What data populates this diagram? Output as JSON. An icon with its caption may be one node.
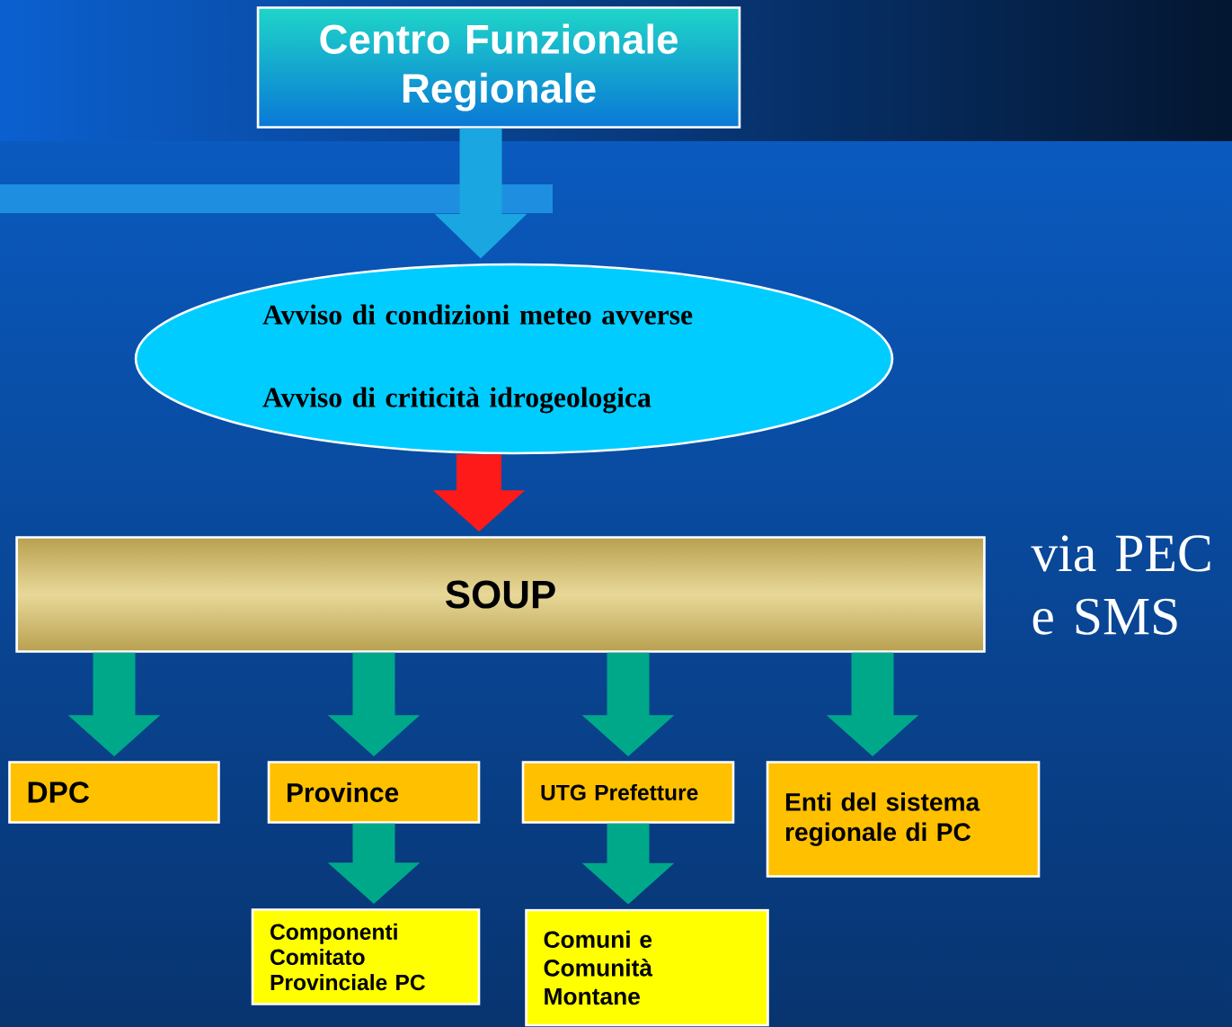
{
  "diagram": {
    "nodes": [
      {
        "text": [
          "Centro Funzionale Regionale"
        ]
      },
      {
        "text": [
          "Avviso di condizioni meteo avverse",
          "Avviso di criticità idrogeologica"
        ]
      },
      {
        "text": [
          "SOUP"
        ]
      },
      {
        "text": [
          "DPC"
        ]
      },
      {
        "text": [
          "Province"
        ]
      },
      {
        "text": [
          "UTG Prefetture"
        ]
      },
      {
        "text": [
          "Enti del sistema regionale di PC"
        ]
      },
      {
        "text": [
          "Componenti Comitato Provinciale PC"
        ]
      },
      {
        "text": [
          "Comuni e Comunità Montane"
        ]
      }
    ],
    "edges": [
      {
        "from": 0,
        "to": 1,
        "arrow": "to",
        "color": "#1aa6e0"
      },
      {
        "from": 1,
        "to": 2,
        "arrow": "to",
        "color": "#ff1a1a"
      },
      {
        "from": 2,
        "to": 3,
        "arrow": "to"
      },
      {
        "from": 2,
        "to": 4,
        "arrow": "to"
      },
      {
        "from": 2,
        "to": 5,
        "arrow": "to"
      },
      {
        "from": 2,
        "to": 6,
        "arrow": "to"
      },
      {
        "from": 4,
        "to": 7,
        "arrow": "to"
      },
      {
        "from": 5,
        "to": 8,
        "arrow": "to"
      }
    ],
    "labels": [
      "via PEC e SMS"
    ]
  }
}
